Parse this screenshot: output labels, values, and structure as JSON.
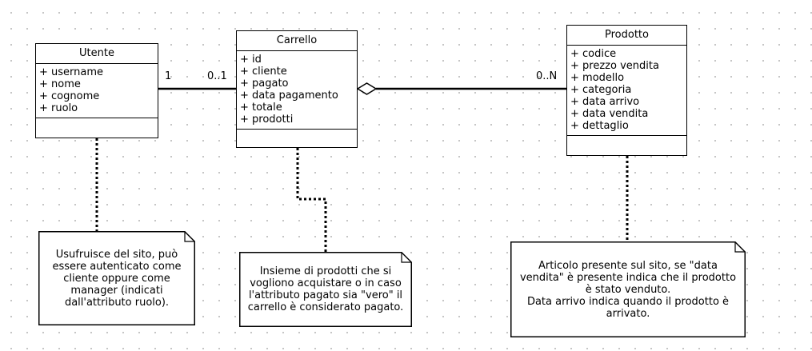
{
  "classes": {
    "utente": {
      "name": "Utente",
      "attributes": [
        "+ username",
        "+ nome",
        "+ cognome",
        "+ ruolo"
      ]
    },
    "carrello": {
      "name": "Carrello",
      "attributes": [
        "+ id",
        "+ cliente",
        "+ pagato",
        "+ data pagamento",
        "+ totale",
        "+ prodotti"
      ]
    },
    "prodotto": {
      "name": "Prodotto",
      "attributes": [
        "+ codice",
        "+ prezzo vendita",
        "+ modello",
        "+ categoria",
        "+ data arrivo",
        "+ data vendita",
        "+ dettaglio"
      ]
    }
  },
  "associations": {
    "utente_carrello": {
      "source_mult": "1",
      "target_mult": "0..1"
    },
    "carrello_prodotto": {
      "target_mult": "0..N",
      "source_end": "aggregation"
    }
  },
  "notes": {
    "utente": "Usufruisce del sito, può essere autenticato come cliente oppure come manager (indicati dall'attributo ruolo).",
    "carrello": "Insieme di prodotti che si vogliono acquistare o in caso l'attributo pagato sia \"vero\" il carrello è considerato pagato.",
    "prodotto": "Articolo presente sul sito, se \"data vendita\" è presente indica che il prodotto è stato venduto.\nData arrivo indica quando il prodotto è arrivato."
  },
  "colors": {
    "line": "#000000",
    "background": "#ffffff",
    "grid_dot": "#b8b8b8"
  }
}
